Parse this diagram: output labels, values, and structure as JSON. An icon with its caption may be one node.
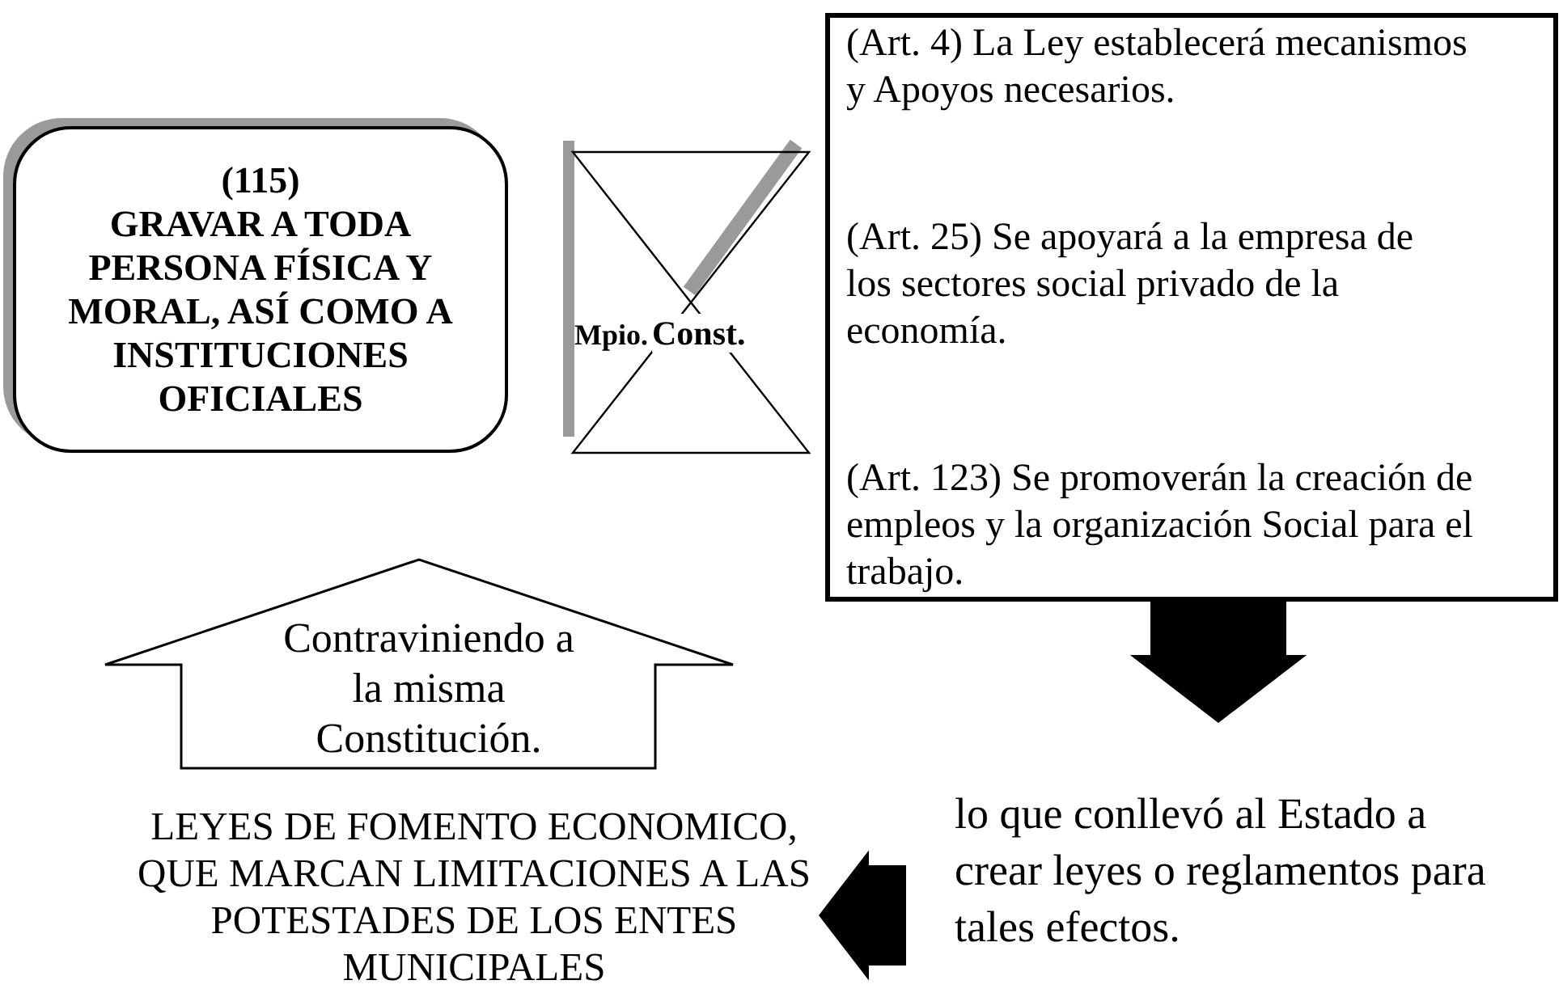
{
  "diagram": {
    "nodes": [
      {
        "text": [
          "(115)",
          "GRAVAR A TODA PERSONA FÍSICA Y MORAL, ASÍ COMO A INSTITUCIONES OFICIALES"
        ]
      },
      {
        "text": [
          "Mpio.",
          "Const."
        ]
      },
      {
        "text": [
          "(Art. 4) La Ley establecerá mecanismos y Apoyos necesarios.",
          "(Art. 25) Se apoyará a la empresa de los sectores social privado de la economía.",
          "(Art. 123) Se promoverán la creación de empleos y la organización Social para el trabajo."
        ]
      },
      {
        "text": [
          "Contraviniendo a la misma Constitución."
        ]
      },
      {
        "text": [
          "LEYES DE FOMENTO ECONOMICO, QUE MARCAN LIMITACIONES A LAS POTESTADES DE LOS ENTES MUNICIPALES"
        ]
      },
      {
        "text": [
          "lo que conllevó al Estado a crear leyes o reglamentos para tales efectos."
        ]
      }
    ],
    "edges": [
      {
        "from": 2,
        "to": 5,
        "arrow": "to"
      },
      {
        "from": 5,
        "to": 4,
        "arrow": "to"
      }
    ]
  }
}
